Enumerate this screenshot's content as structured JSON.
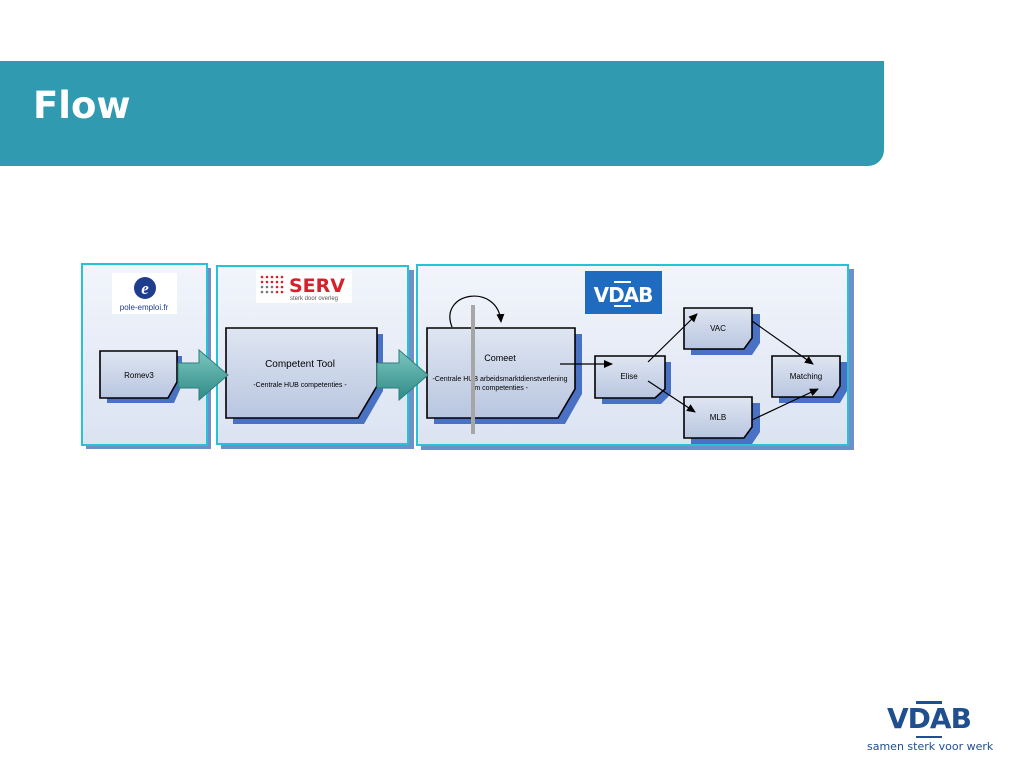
{
  "slide": {
    "title": "Flow"
  },
  "diagram": {
    "logos": {
      "pole_emploi": "pole-emploi.fr",
      "serv_name": "SERV",
      "serv_tagline": "sterk door overleg",
      "vdab": "VDAB"
    },
    "nodes": {
      "romev3": "Romev3",
      "competent_tool_title": "Competent Tool",
      "competent_tool_sub": "-Centrale HUB competenties -",
      "competent_title": "Comeet",
      "competent_sub_line1": "-Centrale HUB arbeidsmarktdienstverlening",
      "competent_sub_line2": "rm competenties -",
      "elise": "Elise",
      "vac": "VAC",
      "mlb": "MLB",
      "matching": "Matching"
    }
  },
  "footer": {
    "logo": "VDAB",
    "tagline": "samen sterk voor werk"
  },
  "colors": {
    "banner": "#2f9ab0",
    "panel_border": "#26c2d6",
    "panel_fill": "#e6ecf7",
    "shadow": "#4a72c4",
    "arrow_fill": "#4fa6a0",
    "brand": "#1f4f8f"
  }
}
